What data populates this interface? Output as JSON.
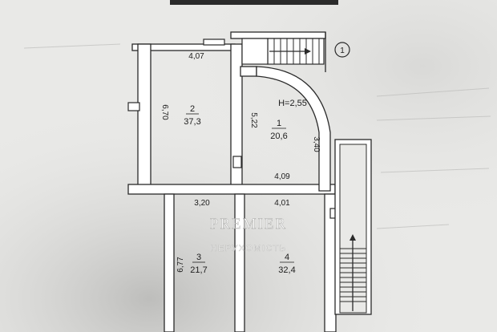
{
  "plan": {
    "axis_marker": "1",
    "dimensions": {
      "top_room2": "4,07",
      "room2_height": "6,70",
      "room1_height": "5,22",
      "curve_side": "3,40",
      "room1_bottom": "4,09",
      "room3_top": "3,20",
      "room4_top": "4,01",
      "room3_height": "6,77"
    },
    "ceiling_height": "H=2,55",
    "rooms": [
      {
        "number": "1",
        "area": "20,6"
      },
      {
        "number": "2",
        "area": "37,3"
      },
      {
        "number": "3",
        "area": "21,7"
      },
      {
        "number": "4",
        "area": "32,4"
      }
    ]
  },
  "watermark": {
    "brand": "PREMIER",
    "subtitle": "НЕРУХОМІСТЬ"
  },
  "colors": {
    "paper": "#e9e9e7",
    "wall": "#2a2a2a",
    "wall_fill": "#ffffff"
  }
}
